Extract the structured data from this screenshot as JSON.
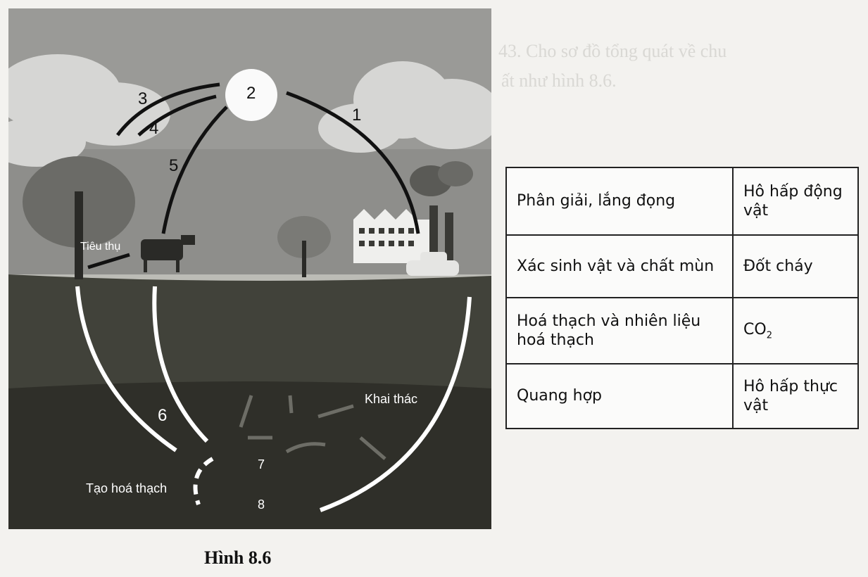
{
  "figure": {
    "caption": "Hình 8.6",
    "numbers": [
      "1",
      "2",
      "3",
      "4",
      "5",
      "6",
      "7",
      "8"
    ],
    "labels": {
      "consumption": "Tiêu thụ",
      "mining": "Khai thác",
      "fossilization": "Tạo hoá thạch"
    }
  },
  "table": {
    "rows": [
      [
        "Phân giải, lắng đọng",
        "Hô hấp động vật"
      ],
      [
        "Xác sinh vật và chất mùn",
        "Đốt cháy"
      ],
      [
        "Hoá thạch và nhiên liệu hoá thạch",
        "CO"
      ],
      [
        "Quang hợp",
        "Hô hấp thực vật"
      ]
    ],
    "co2_subscript": "2"
  },
  "background_text": {
    "line1": "43. Cho sơ đồ tổng quát về chu",
    "line2": "ất như hình 8.6."
  }
}
